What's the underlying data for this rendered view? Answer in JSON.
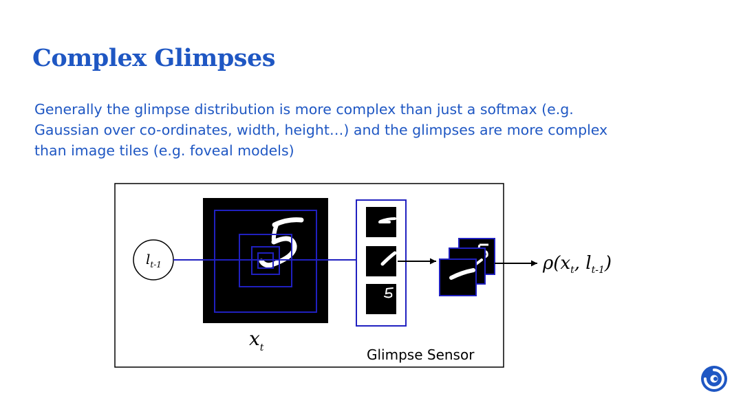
{
  "slide": {
    "title": "Complex Glimpses",
    "body_lines": [
      "Generally the glimpse distribution is more complex than just a softmax (e.g.",
      "Gaussian over co-ordinates, width, height…) and the glimpses are more complex",
      "than image tiles (e.g. foveal models)"
    ]
  },
  "diagram": {
    "location_node": {
      "base": "l",
      "sub": "t-1"
    },
    "image_label": {
      "base": "x",
      "sub": "t"
    },
    "output_label": {
      "prefix": "ρ(",
      "x": "x",
      "x_sub": "t",
      "sep": ", ",
      "l": "l",
      "l_sub": "t-1",
      "suffix": ")"
    },
    "sensor_label": "Glimpse Sensor",
    "accent_color": "#2020c0"
  },
  "logo": {
    "icon": "brand-swirl-icon",
    "color": "#1f57c3"
  }
}
